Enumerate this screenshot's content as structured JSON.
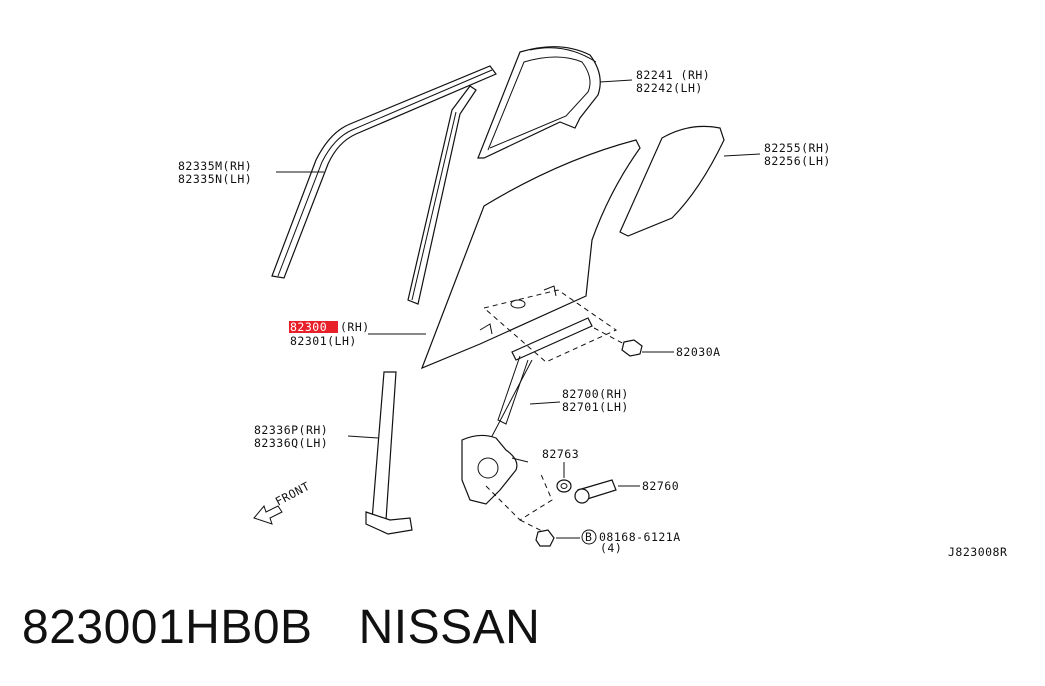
{
  "diagram": {
    "callouts": {
      "c82241": {
        "rh": "82241 (RH)",
        "lh": "82242(LH)"
      },
      "c82335": {
        "rh": "82335M(RH)",
        "lh": "82335N(LH)"
      },
      "c82255": {
        "rh": "82255(RH)",
        "lh": "82256(LH)"
      },
      "c82300": {
        "rh_code": "82300",
        "rh_suffix": "(RH)",
        "lh": "82301(LH)"
      },
      "c82030": {
        "label": "82030A"
      },
      "c82700": {
        "rh": "82700(RH)",
        "lh": "82701(LH)"
      },
      "c82336": {
        "rh": "82336P(RH)",
        "lh": "82336Q(LH)"
      },
      "c82763": {
        "label": "82763"
      },
      "c82760": {
        "label": "82760"
      },
      "c08168": {
        "badge": "B",
        "label": "08168-6121A",
        "qty": "(4)"
      }
    },
    "front_label": "FRONT",
    "ref_code": "J823008R",
    "highlight_color": "#e8202a"
  },
  "footer": {
    "part_number": "823001HB0B",
    "brand": "NISSAN"
  }
}
